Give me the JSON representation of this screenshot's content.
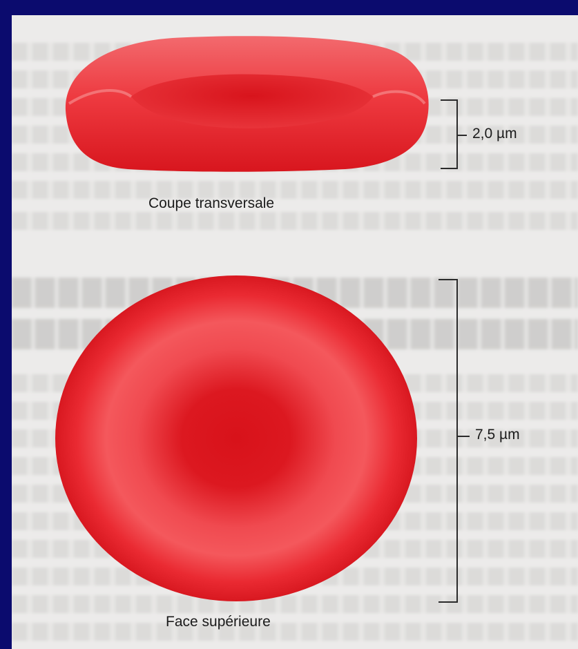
{
  "figure": {
    "top_view_label": "Face supérieure",
    "section_label": "Coupe transversale",
    "thickness_measure": "2,0 µm",
    "diameter_measure": "7,5 µm"
  },
  "colors": {
    "frame": "#0b0b6e",
    "cell_red": "#e8242c",
    "cell_center": "#d9141c",
    "bracket": "#2a2a2a"
  }
}
